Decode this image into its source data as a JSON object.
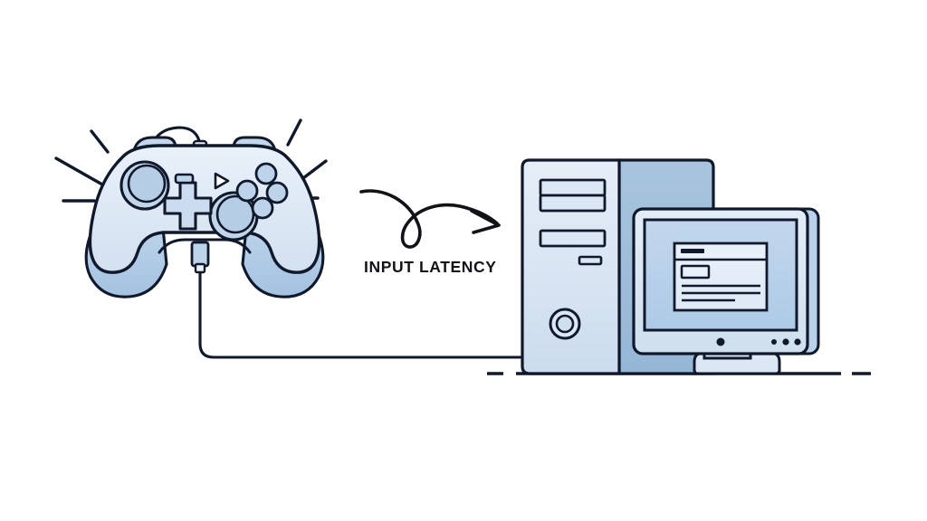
{
  "illustration": {
    "title": "Input Latency Diagram",
    "annotation_label": "INPUT LATENCY",
    "arrow": {
      "name": "curved-loop-arrow",
      "direction": "left-to-right",
      "meaning": "signal travel from controller to pc"
    },
    "devices": [
      {
        "name": "game-controller",
        "label": "Game Controller",
        "connection": "wired",
        "features": [
          "left-analog-stick",
          "right-analog-stick",
          "d-pad",
          "four-face-buttons",
          "minus-button",
          "play-button",
          "shoulder-buttons",
          "antenna-wire"
        ]
      },
      {
        "name": "pc-tower",
        "label": "Desktop PC Tower",
        "features": [
          "optical-drive-bay-1",
          "optical-drive-bay-2",
          "optical-drive-bay-3",
          "front-slot",
          "power-button"
        ]
      },
      {
        "name": "computer-monitor",
        "label": "Computer Monitor",
        "features": [
          "screen",
          "window-titlebar",
          "window-content",
          "bezel-power-led",
          "bezel-indicator-dots",
          "stand",
          "base"
        ]
      }
    ],
    "cable": {
      "name": "controller-cable",
      "from": "game-controller",
      "to": "pc-tower"
    },
    "ground_line": {
      "name": "floor-line",
      "style": "solid-with-dashes"
    },
    "sparkles": {
      "name": "emphasis-sparkles",
      "count": 6
    }
  },
  "colors": {
    "background": "#ffffff",
    "outline": "#10192b",
    "body_light": "#dce7f4",
    "body_lighter": "#e8f0f9",
    "body_mid": "#c2d5ea",
    "body_accent": "#a9c6e2",
    "panel_dark": "#9dbcdb",
    "screen_fill": "#b9d1e9",
    "text": "#111318"
  }
}
